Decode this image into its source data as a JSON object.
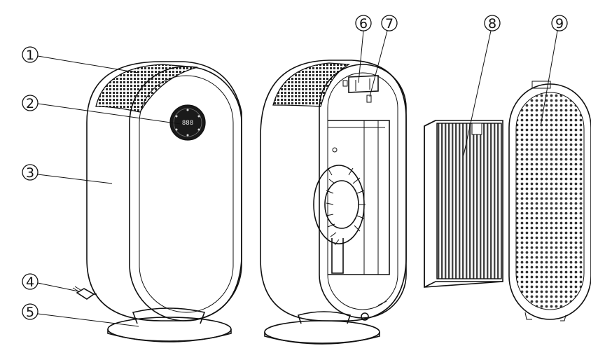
{
  "callouts": [
    {
      "id": "callout-1",
      "number": "1"
    },
    {
      "id": "callout-2",
      "number": "2"
    },
    {
      "id": "callout-3",
      "number": "3"
    },
    {
      "id": "callout-4",
      "number": "4"
    },
    {
      "id": "callout-5",
      "number": "5"
    },
    {
      "id": "callout-6",
      "number": "6"
    },
    {
      "id": "callout-7",
      "number": "7"
    },
    {
      "id": "callout-8",
      "number": "8"
    },
    {
      "id": "callout-9",
      "number": "9"
    }
  ],
  "display": {
    "digits": "888"
  },
  "colors": {
    "line": "#111111",
    "grille": "#2a2a2a",
    "panel": "#1a1a1a",
    "background": "#ffffff"
  }
}
